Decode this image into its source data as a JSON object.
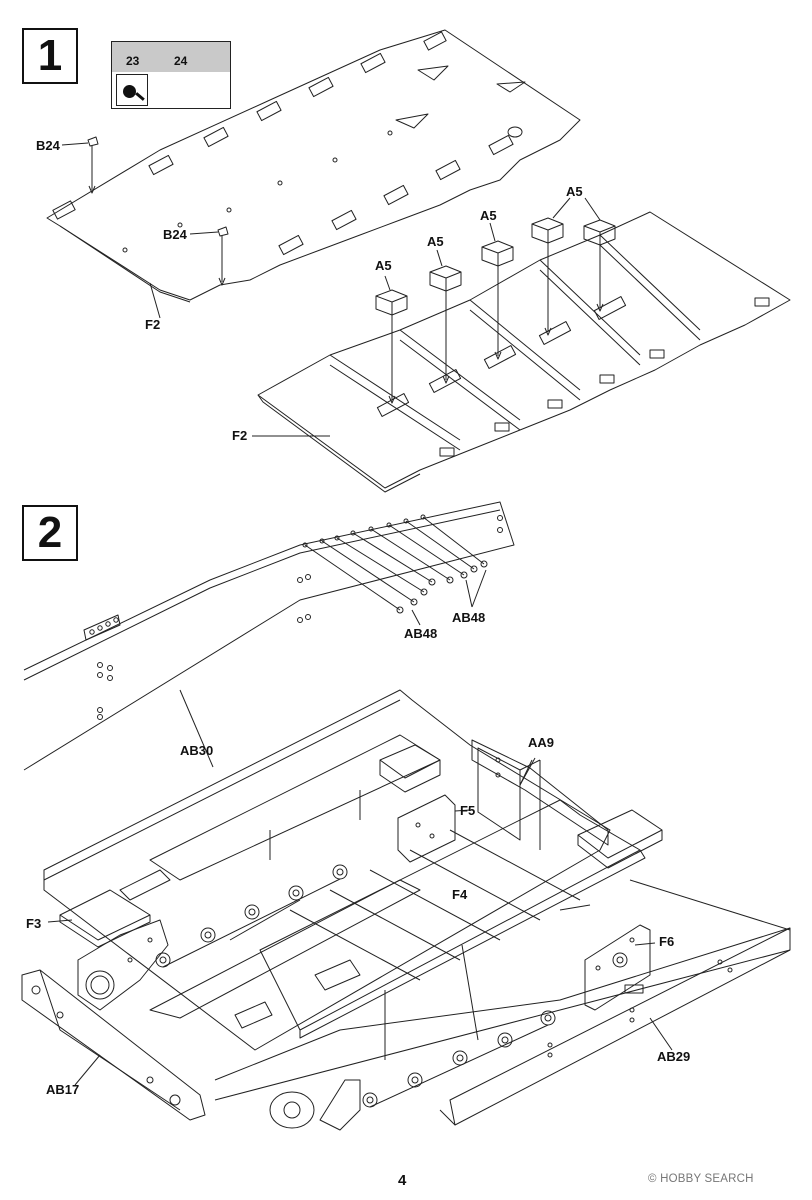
{
  "steps": {
    "step1": "1",
    "step2": "2"
  },
  "legend": {
    "part_a": "23",
    "part_b": "24",
    "icon": "glue-icon"
  },
  "step1_labels": {
    "b24_top": "B24",
    "b24_mid": "B24",
    "f2_upper": "F2",
    "f2_lower": "F2",
    "a5_1": "A5",
    "a5_2": "A5",
    "a5_3": "A5",
    "a5_4": "A5"
  },
  "step2_labels": {
    "ab48_a": "AB48",
    "ab48_b": "AB48",
    "ab30": "AB30",
    "aa9": "AA9",
    "f5": "F5",
    "f3": "F3",
    "f4": "F4",
    "f6": "F6",
    "ab17": "AB17",
    "ab29": "AB29"
  },
  "footer": {
    "page_number": "4",
    "watermark": "HOBBY SEARCH"
  },
  "colors": {
    "line": "#222222",
    "gray_fill": "#c9c9c9",
    "watermark": "#777777"
  }
}
